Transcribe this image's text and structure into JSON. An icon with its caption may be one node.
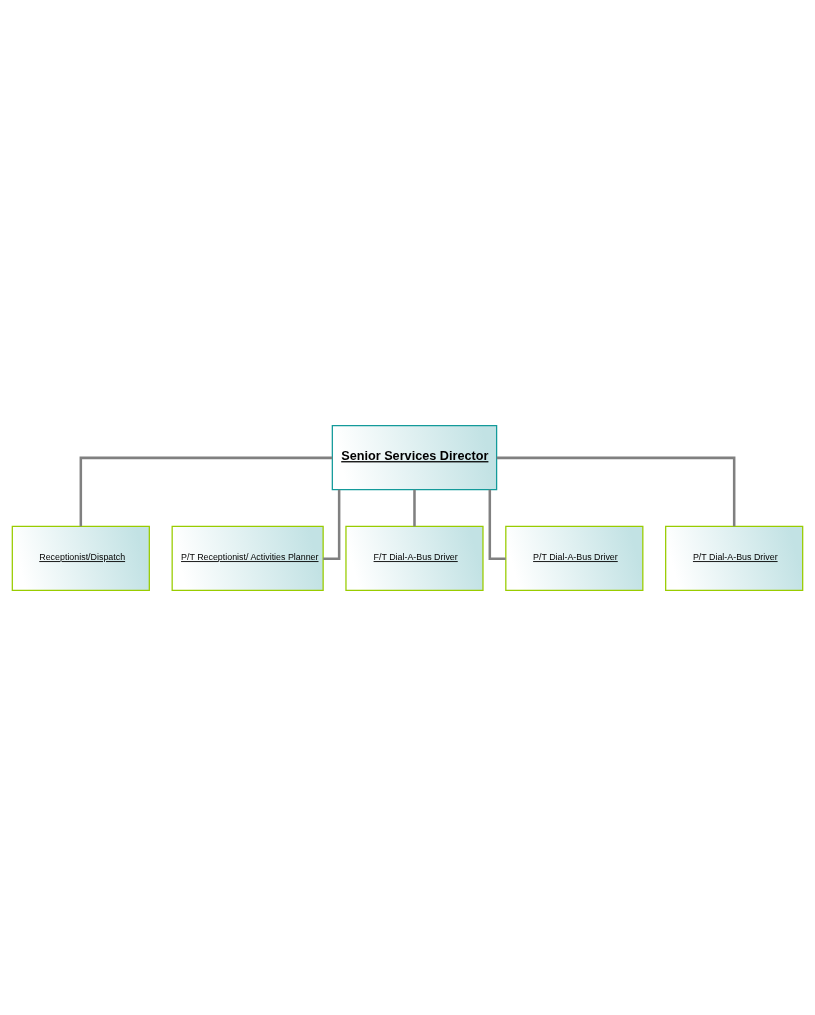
{
  "diagram": {
    "nodes": [
      {
        "text": [
          "Senior Services Director"
        ]
      },
      {
        "text": [
          "Receptionist/Dispatch"
        ]
      },
      {
        "text": [
          "P/T Receptionist/ Activities Planner"
        ]
      },
      {
        "text": [
          "F/T Dial-A-Bus Driver"
        ]
      },
      {
        "text": [
          "P/T Dial-A-Bus Driver"
        ]
      },
      {
        "text": [
          "P/T Dial-A-Bus Driver"
        ]
      }
    ],
    "edges": [
      {
        "from": 0,
        "to": 1,
        "arrow": "none"
      },
      {
        "from": 0,
        "to": 2,
        "arrow": "none"
      },
      {
        "from": 0,
        "to": 3,
        "arrow": "none"
      },
      {
        "from": 0,
        "to": 4,
        "arrow": "none"
      },
      {
        "from": 0,
        "to": 5,
        "arrow": "none"
      }
    ]
  }
}
